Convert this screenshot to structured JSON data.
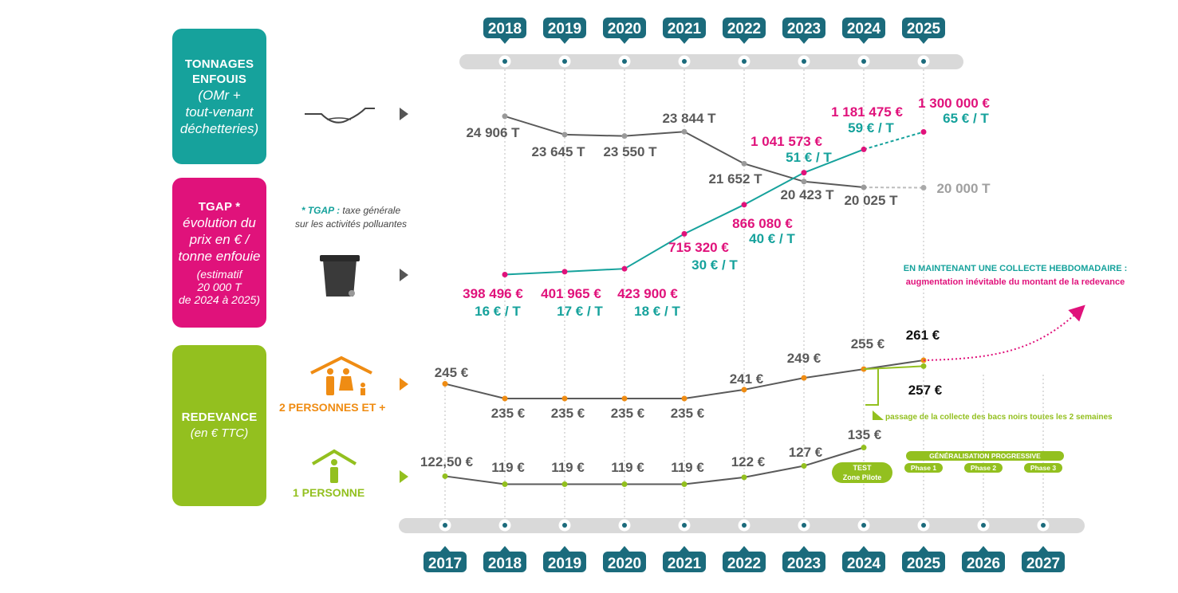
{
  "colors": {
    "teal": "#16a29c",
    "magenta": "#e0127b",
    "green": "#93c01f",
    "orange": "#ef8c13",
    "grey": "#5a5a5a",
    "lightgrey": "#9a9a9a",
    "navy": "#1b6b7c",
    "track": "#d9d9d9"
  },
  "left_panels": {
    "tonnages": {
      "title_1": "TONNAGES",
      "title_2": "ENFOUIS",
      "sub_1": "(OMr  +",
      "sub_2": "tout-venant",
      "sub_3": "déchetteries)"
    },
    "tgap": {
      "title": "TGAP *",
      "sub_1": "évolution du",
      "sub_2": "prix en € /",
      "sub_3": "tonne enfouie",
      "est_1": "(estimatif",
      "est_2": "20 000 T",
      "est_3": "de 2024 à 2025)"
    },
    "redevance": {
      "title": "REDEVANCE",
      "sub": "(en € TTC)"
    }
  },
  "footnote": {
    "key": "* TGAP :",
    "text": "taxe générale",
    "line2": "sur les activités polluantes"
  },
  "household_labels": {
    "two_plus": "2 PERSONNES ET +",
    "one": "1 PERSONNE"
  },
  "icons": [
    "landfill-icon",
    "bin-icon",
    "family-house-icon",
    "person-house-icon",
    "arrow-right-icon"
  ],
  "annotations": {
    "weekly_1": "EN MAINTENANT UNE COLLECTE HEBDOMADAIRE :",
    "weekly_2": "augmentation inévitable du montant de la redevance",
    "biweekly": "passage de la collecte des bacs noirs toutes les 2 semaines",
    "test_1": "TEST",
    "test_2": "Zone Pilote",
    "generalisation": "GÉNÉRALISATION PROGRESSIVE",
    "phases": [
      "Phase 1",
      "Phase 2",
      "Phase 3"
    ]
  },
  "chart_data": [
    {
      "type": "line",
      "name_ref": "tonnages",
      "x": [
        "2018",
        "2019",
        "2020",
        "2021",
        "2022",
        "2023",
        "2024",
        "2025"
      ],
      "values": [
        24906,
        23645,
        23550,
        23844,
        21652,
        20423,
        20025,
        20000
      ],
      "labels": [
        "24 906 T",
        "23 645 T",
        "23 550 T",
        "23 844 T",
        "21 652 T",
        "20 423 T",
        "20 025 T",
        "20 000 T"
      ],
      "estimated_from": "2024"
    },
    {
      "type": "line",
      "name_ref": "tgap",
      "x": [
        "2018",
        "2019",
        "2020",
        "2021",
        "2022",
        "2023",
        "2024",
        "2025"
      ],
      "values": [
        16,
        17,
        18,
        30,
        40,
        51,
        59,
        65
      ],
      "labels": [
        "16 € / T",
        "17 € / T",
        "18 € / T",
        "30 € / T",
        "40 € / T",
        "51 € / T",
        "59 € / T",
        "65 € / T"
      ],
      "totals": [
        "398 496 €",
        "401 965 €",
        "423 900 €",
        "715 320 €",
        "866 080 €",
        "1 041 573 €",
        "1 181 475 €",
        "1 300 000 €"
      ],
      "estimated_from": "2024"
    },
    {
      "type": "line",
      "name_ref": "redevance_2plus",
      "x": [
        "2017",
        "2018",
        "2019",
        "2020",
        "2021",
        "2022",
        "2023",
        "2024",
        "2025"
      ],
      "values": [
        245,
        235,
        235,
        235,
        235,
        241,
        249,
        255,
        261
      ],
      "labels": [
        "245 €",
        "235 €",
        "235 €",
        "235 €",
        "235 €",
        "241 €",
        "249 €",
        "255 €",
        "261 €"
      ],
      "alt_2025": {
        "value": 257,
        "label": "257 €"
      }
    },
    {
      "type": "line",
      "name_ref": "redevance_1",
      "x": [
        "2017",
        "2018",
        "2019",
        "2020",
        "2021",
        "2022",
        "2023",
        "2024"
      ],
      "values": [
        122.5,
        119,
        119,
        119,
        119,
        122,
        127,
        135
      ],
      "labels": [
        "122,50 €",
        "119 €",
        "119 €",
        "119 €",
        "119 €",
        "122 €",
        "127 €",
        "135 €"
      ]
    }
  ],
  "axes": {
    "top_years": [
      "2018",
      "2019",
      "2020",
      "2021",
      "2022",
      "2023",
      "2024",
      "2025"
    ],
    "bottom_years": [
      "2017",
      "2018",
      "2019",
      "2020",
      "2021",
      "2022",
      "2023",
      "2024",
      "2025",
      "2026",
      "2027"
    ]
  }
}
